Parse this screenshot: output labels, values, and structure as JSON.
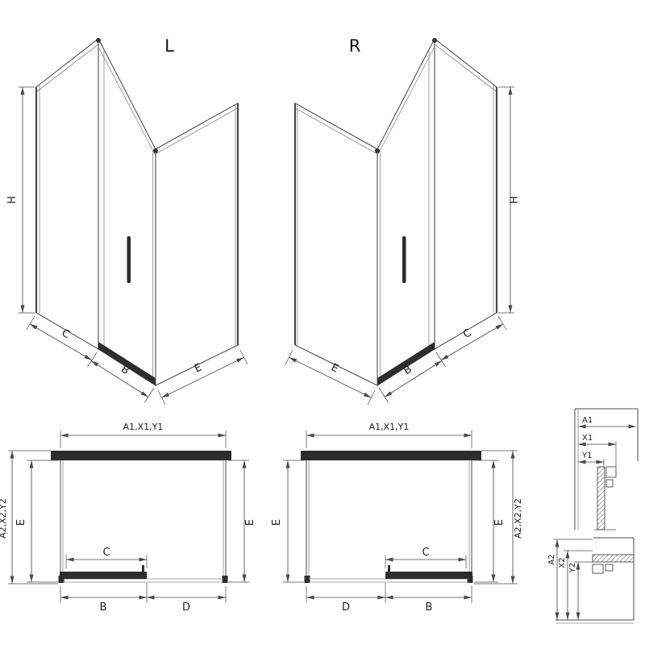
{
  "colors": {
    "line": "#4a4a4a",
    "dark": "#2d2d2d",
    "background": "#ffffff"
  },
  "iso_left": {
    "variant": "L",
    "height": "H",
    "front": "C",
    "door": "B",
    "side": "E"
  },
  "iso_right": {
    "variant": "R",
    "height": "H",
    "front": "C",
    "door": "B",
    "side": "E"
  },
  "plan_left": {
    "width": "A1,X1,Y1",
    "depth": "A2,X2,Y2",
    "side_left": "E",
    "side_right": "E",
    "entry": "C",
    "door": "B",
    "fixed": "D"
  },
  "plan_right": {
    "width": "A1,X1,Y1",
    "depth": "A2,X2,Y2",
    "side_left": "E",
    "side_right": "E",
    "entry": "C",
    "door": "B",
    "fixed": "D"
  },
  "detail_width": {
    "d1": "A1",
    "d2": "X1",
    "d3": "Y1"
  },
  "detail_depth": {
    "d1": "A2",
    "d2": "X2",
    "d3": "Y2"
  }
}
